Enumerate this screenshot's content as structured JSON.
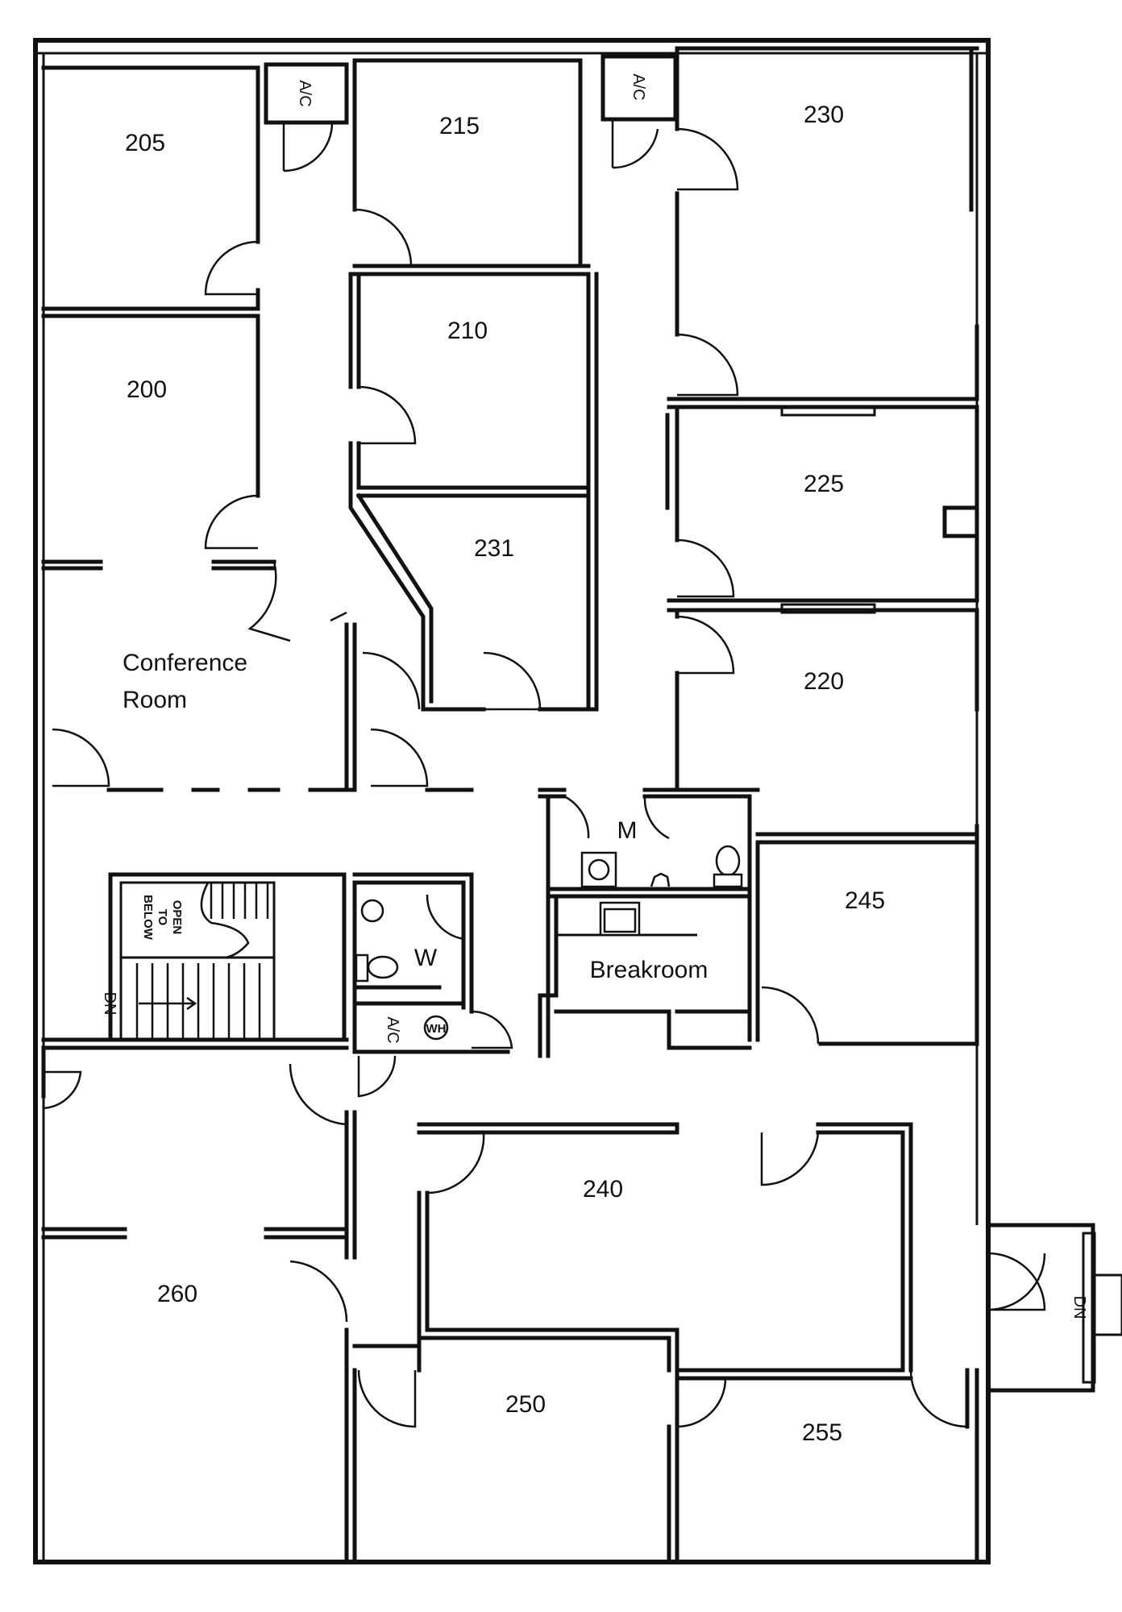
{
  "rooms": {
    "r205": "205",
    "r215": "215",
    "r230": "230",
    "r210": "210",
    "r200": "200",
    "r225": "225",
    "r231": "231",
    "r220": "220",
    "conference_line1": "Conference",
    "conference_line2": "Room",
    "r245": "245",
    "breakroom": "Breakroom",
    "mens": "M",
    "womens": "W",
    "r240": "240",
    "r260": "260",
    "r250": "250",
    "r255": "255"
  },
  "markers": {
    "ac": "A/C",
    "stair_down": "DN",
    "open_line1": "OPEN",
    "open_line2": "TO",
    "open_line3": "BELOW",
    "wh": "WH"
  }
}
